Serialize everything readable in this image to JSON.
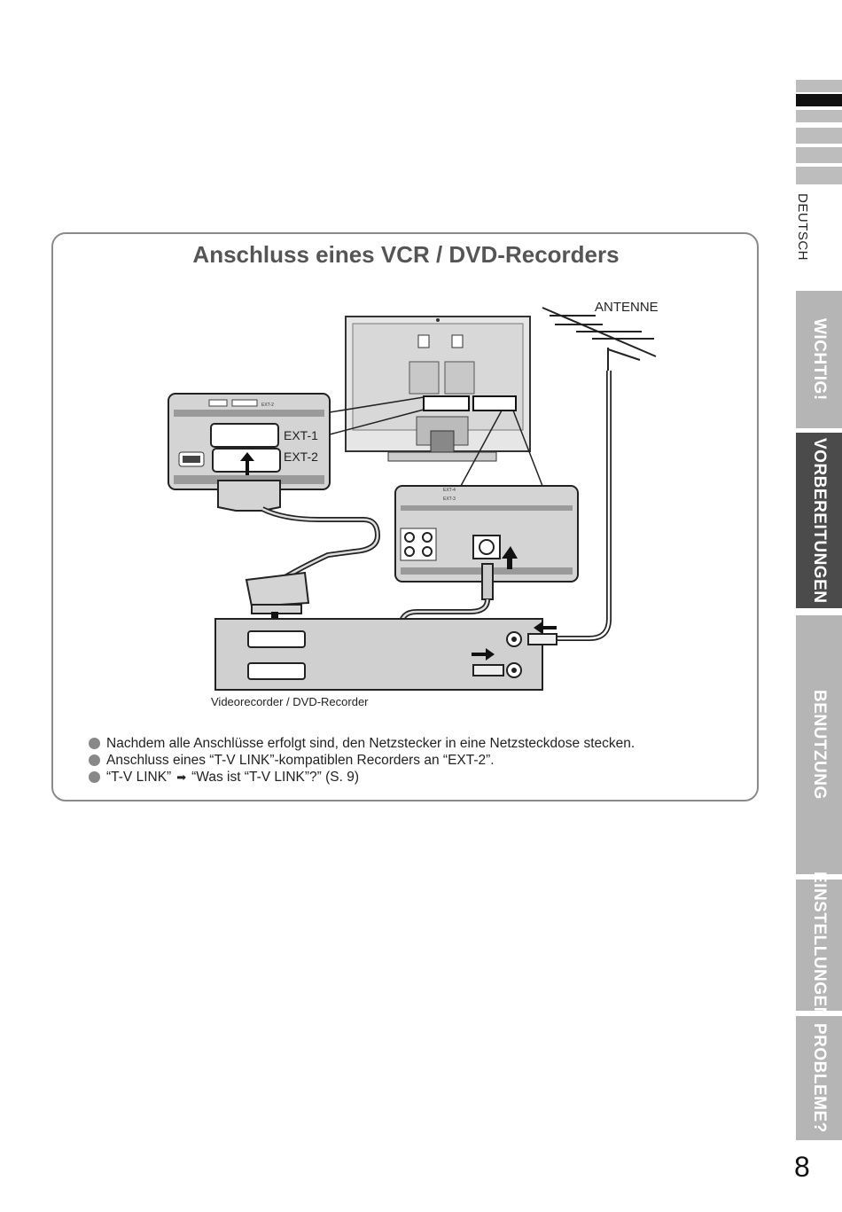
{
  "sidebar": {
    "language": "DEUTSCH",
    "tabs": [
      "WICHTIG!",
      "VORBEREITUNGEN",
      "BENUTZUNG",
      "EINSTELLUNGEN",
      "PROBLEME?"
    ],
    "active_tab": "VORBEREITUNGEN"
  },
  "page_number": "8",
  "panel": {
    "title": "Anschluss eines VCR / DVD-Recorders",
    "labels": {
      "antenna": "ANTENNE",
      "ext1": "EXT-1",
      "ext2": "EXT-2",
      "ext2_small": "EXT-2",
      "ext4_small": "EXT-4",
      "ext3_small": "EXT-3",
      "recorder": "Videorecorder / DVD-Recorder"
    },
    "notes": [
      "Nachdem alle Anschlüsse erfolgt sind, den Netzstecker in eine Netzsteckdose stecken.",
      "Anschluss eines “T-V LINK”-kompatiblen Recorders an “EXT-2”.",
      "“T-V LINK”",
      "“Was ist “T-V LINK”?” (S. 9)"
    ]
  },
  "colors": {
    "active_tab": "#4b4b4b",
    "inactive_tab": "#b5b5b5",
    "panel_border": "#8a8a8a"
  },
  "icons": [
    "circle-bullet-icon",
    "right-arrow-icon"
  ]
}
